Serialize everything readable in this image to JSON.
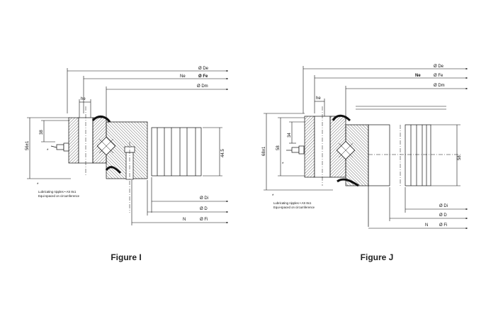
{
  "figures": [
    {
      "caption": "Figure I",
      "labels": {
        "de": "Ø De",
        "ne": "Ne",
        "fe": "Ø Fe",
        "dm": "Ø Dm",
        "he": "he",
        "di": "Ø Di",
        "d": "Ø D",
        "n": "N",
        "fi": "Ø Fi",
        "h_total": "56±1",
        "h_top": "38",
        "h_outer": "44.5"
      },
      "note": {
        "marker": "*",
        "line1": "Lubricating nipples • AS 8x1",
        "line2": "Equi-spaced on circumference"
      }
    },
    {
      "caption": "Figure J",
      "labels": {
        "de": "Ø De",
        "ne": "Ne",
        "fe": "Ø Fe",
        "dm": "Ø Dm",
        "he": "he",
        "di": "Ø Di",
        "d": "Ø D",
        "n": "N",
        "fi": "Ø Fi",
        "h_total": "68±1",
        "h_mid": "58",
        "h_top": "34",
        "h_outer": "58"
      },
      "note": {
        "marker": "*",
        "line1": "Lubricating nipples • AS 8x1",
        "line2": "Equi-spaced on circumference"
      }
    }
  ]
}
